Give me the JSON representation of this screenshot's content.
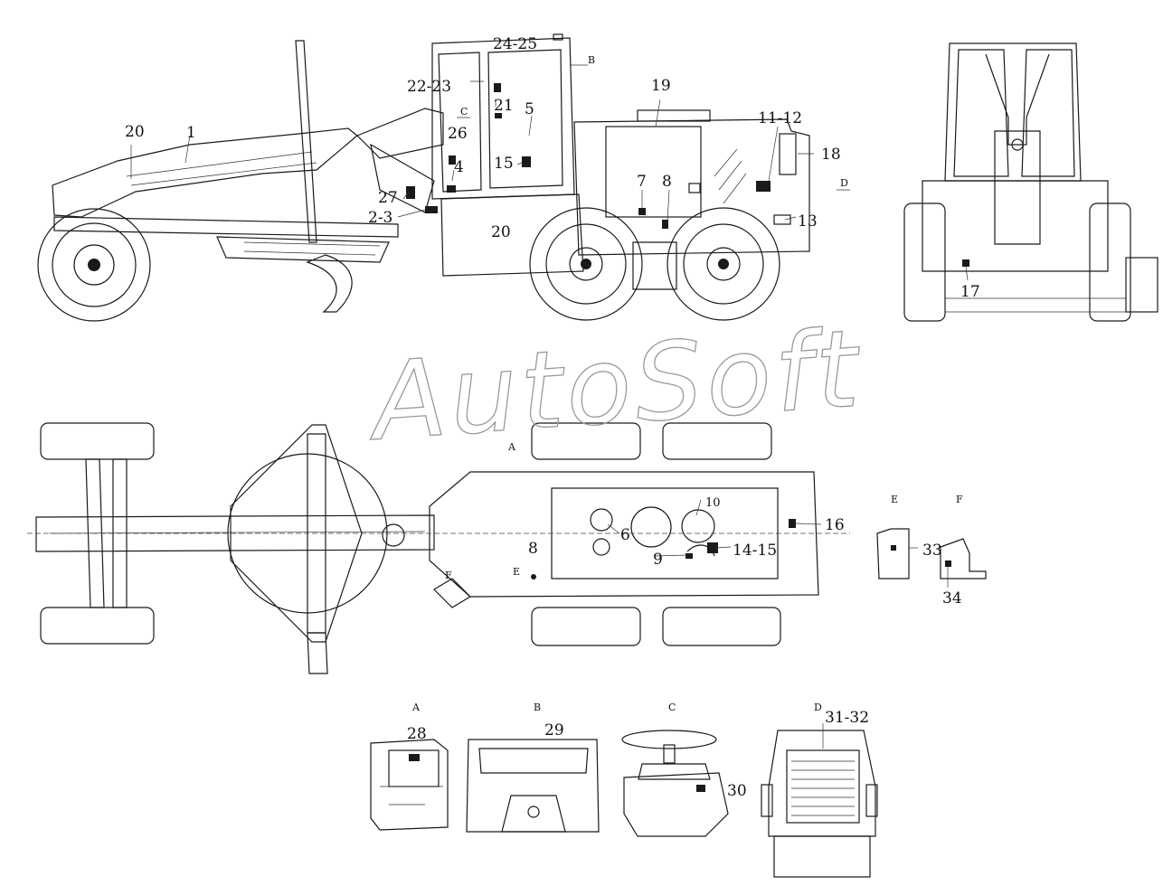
{
  "watermark": "AutoSoft",
  "callouts": [
    {
      "id": "c1",
      "text": "1"
    },
    {
      "id": "c20a",
      "text": "20"
    },
    {
      "id": "c2223",
      "text": "22-23"
    },
    {
      "id": "c2425",
      "text": "24-25"
    },
    {
      "id": "c21",
      "text": "21"
    },
    {
      "id": "c5",
      "text": "5"
    },
    {
      "id": "c26",
      "text": "26"
    },
    {
      "id": "c15",
      "text": "15"
    },
    {
      "id": "c4",
      "text": "4"
    },
    {
      "id": "c27",
      "text": "27"
    },
    {
      "id": "c23",
      "text": "2-3"
    },
    {
      "id": "c20b",
      "text": "20"
    },
    {
      "id": "c19",
      "text": "19"
    },
    {
      "id": "c1112",
      "text": "11-12"
    },
    {
      "id": "c18",
      "text": "18"
    },
    {
      "id": "c7",
      "text": "7"
    },
    {
      "id": "c8a",
      "text": "8"
    },
    {
      "id": "c13",
      "text": "13"
    },
    {
      "id": "c17",
      "text": "17"
    },
    {
      "id": "c8b",
      "text": "8"
    },
    {
      "id": "c6",
      "text": "6"
    },
    {
      "id": "c9",
      "text": "9"
    },
    {
      "id": "c10",
      "text": "10"
    },
    {
      "id": "c1415",
      "text": "14-15"
    },
    {
      "id": "c16",
      "text": "16"
    },
    {
      "id": "c33",
      "text": "33"
    },
    {
      "id": "c34",
      "text": "34"
    },
    {
      "id": "c28",
      "text": "28"
    },
    {
      "id": "c29",
      "text": "29"
    },
    {
      "id": "c30",
      "text": "30"
    },
    {
      "id": "c3132",
      "text": "31-32"
    }
  ],
  "view_markers": [
    {
      "id": "vB",
      "text": "B"
    },
    {
      "id": "vC",
      "text": "C"
    },
    {
      "id": "vD",
      "text": "D"
    },
    {
      "id": "vA",
      "text": "A"
    },
    {
      "id": "vE",
      "text": "E"
    },
    {
      "id": "vF",
      "text": "F"
    }
  ],
  "detail_titles": [
    {
      "id": "tA",
      "text": "A"
    },
    {
      "id": "tB",
      "text": "B"
    },
    {
      "id": "tC",
      "text": "C"
    },
    {
      "id": "tD",
      "text": "D"
    },
    {
      "id": "tE",
      "text": "E"
    },
    {
      "id": "tF",
      "text": "F"
    }
  ],
  "colors": {
    "line": "#1a1a1a",
    "watermark": "#9a9a9a",
    "background": "#ffffff"
  }
}
